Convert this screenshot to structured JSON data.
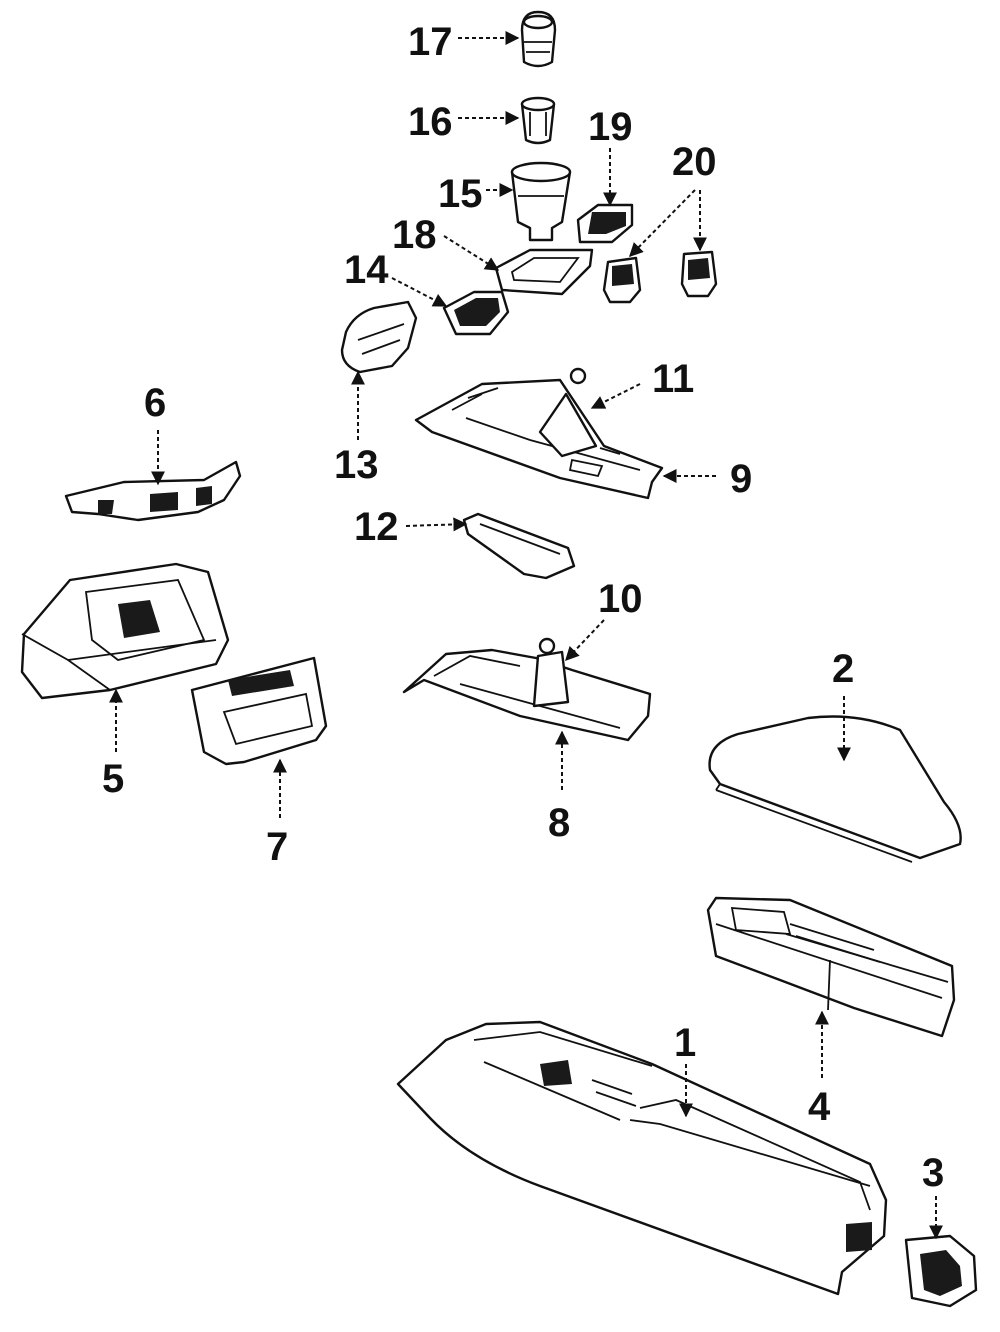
{
  "diagram": {
    "parts": [
      {
        "id": "p1",
        "label": "1"
      },
      {
        "id": "p2",
        "label": "2"
      },
      {
        "id": "p3",
        "label": "3"
      },
      {
        "id": "p4",
        "label": "4"
      },
      {
        "id": "p5",
        "label": "5"
      },
      {
        "id": "p6",
        "label": "6"
      },
      {
        "id": "p7",
        "label": "7"
      },
      {
        "id": "p8",
        "label": "8"
      },
      {
        "id": "p9",
        "label": "9"
      },
      {
        "id": "p10",
        "label": "10"
      },
      {
        "id": "p11",
        "label": "11"
      },
      {
        "id": "p12",
        "label": "12"
      },
      {
        "id": "p13",
        "label": "13"
      },
      {
        "id": "p14",
        "label": "14"
      },
      {
        "id": "p15",
        "label": "15"
      },
      {
        "id": "p16",
        "label": "16"
      },
      {
        "id": "p17",
        "label": "17"
      },
      {
        "id": "p18",
        "label": "18"
      },
      {
        "id": "p19",
        "label": "19"
      },
      {
        "id": "p20",
        "label": "20"
      }
    ]
  }
}
